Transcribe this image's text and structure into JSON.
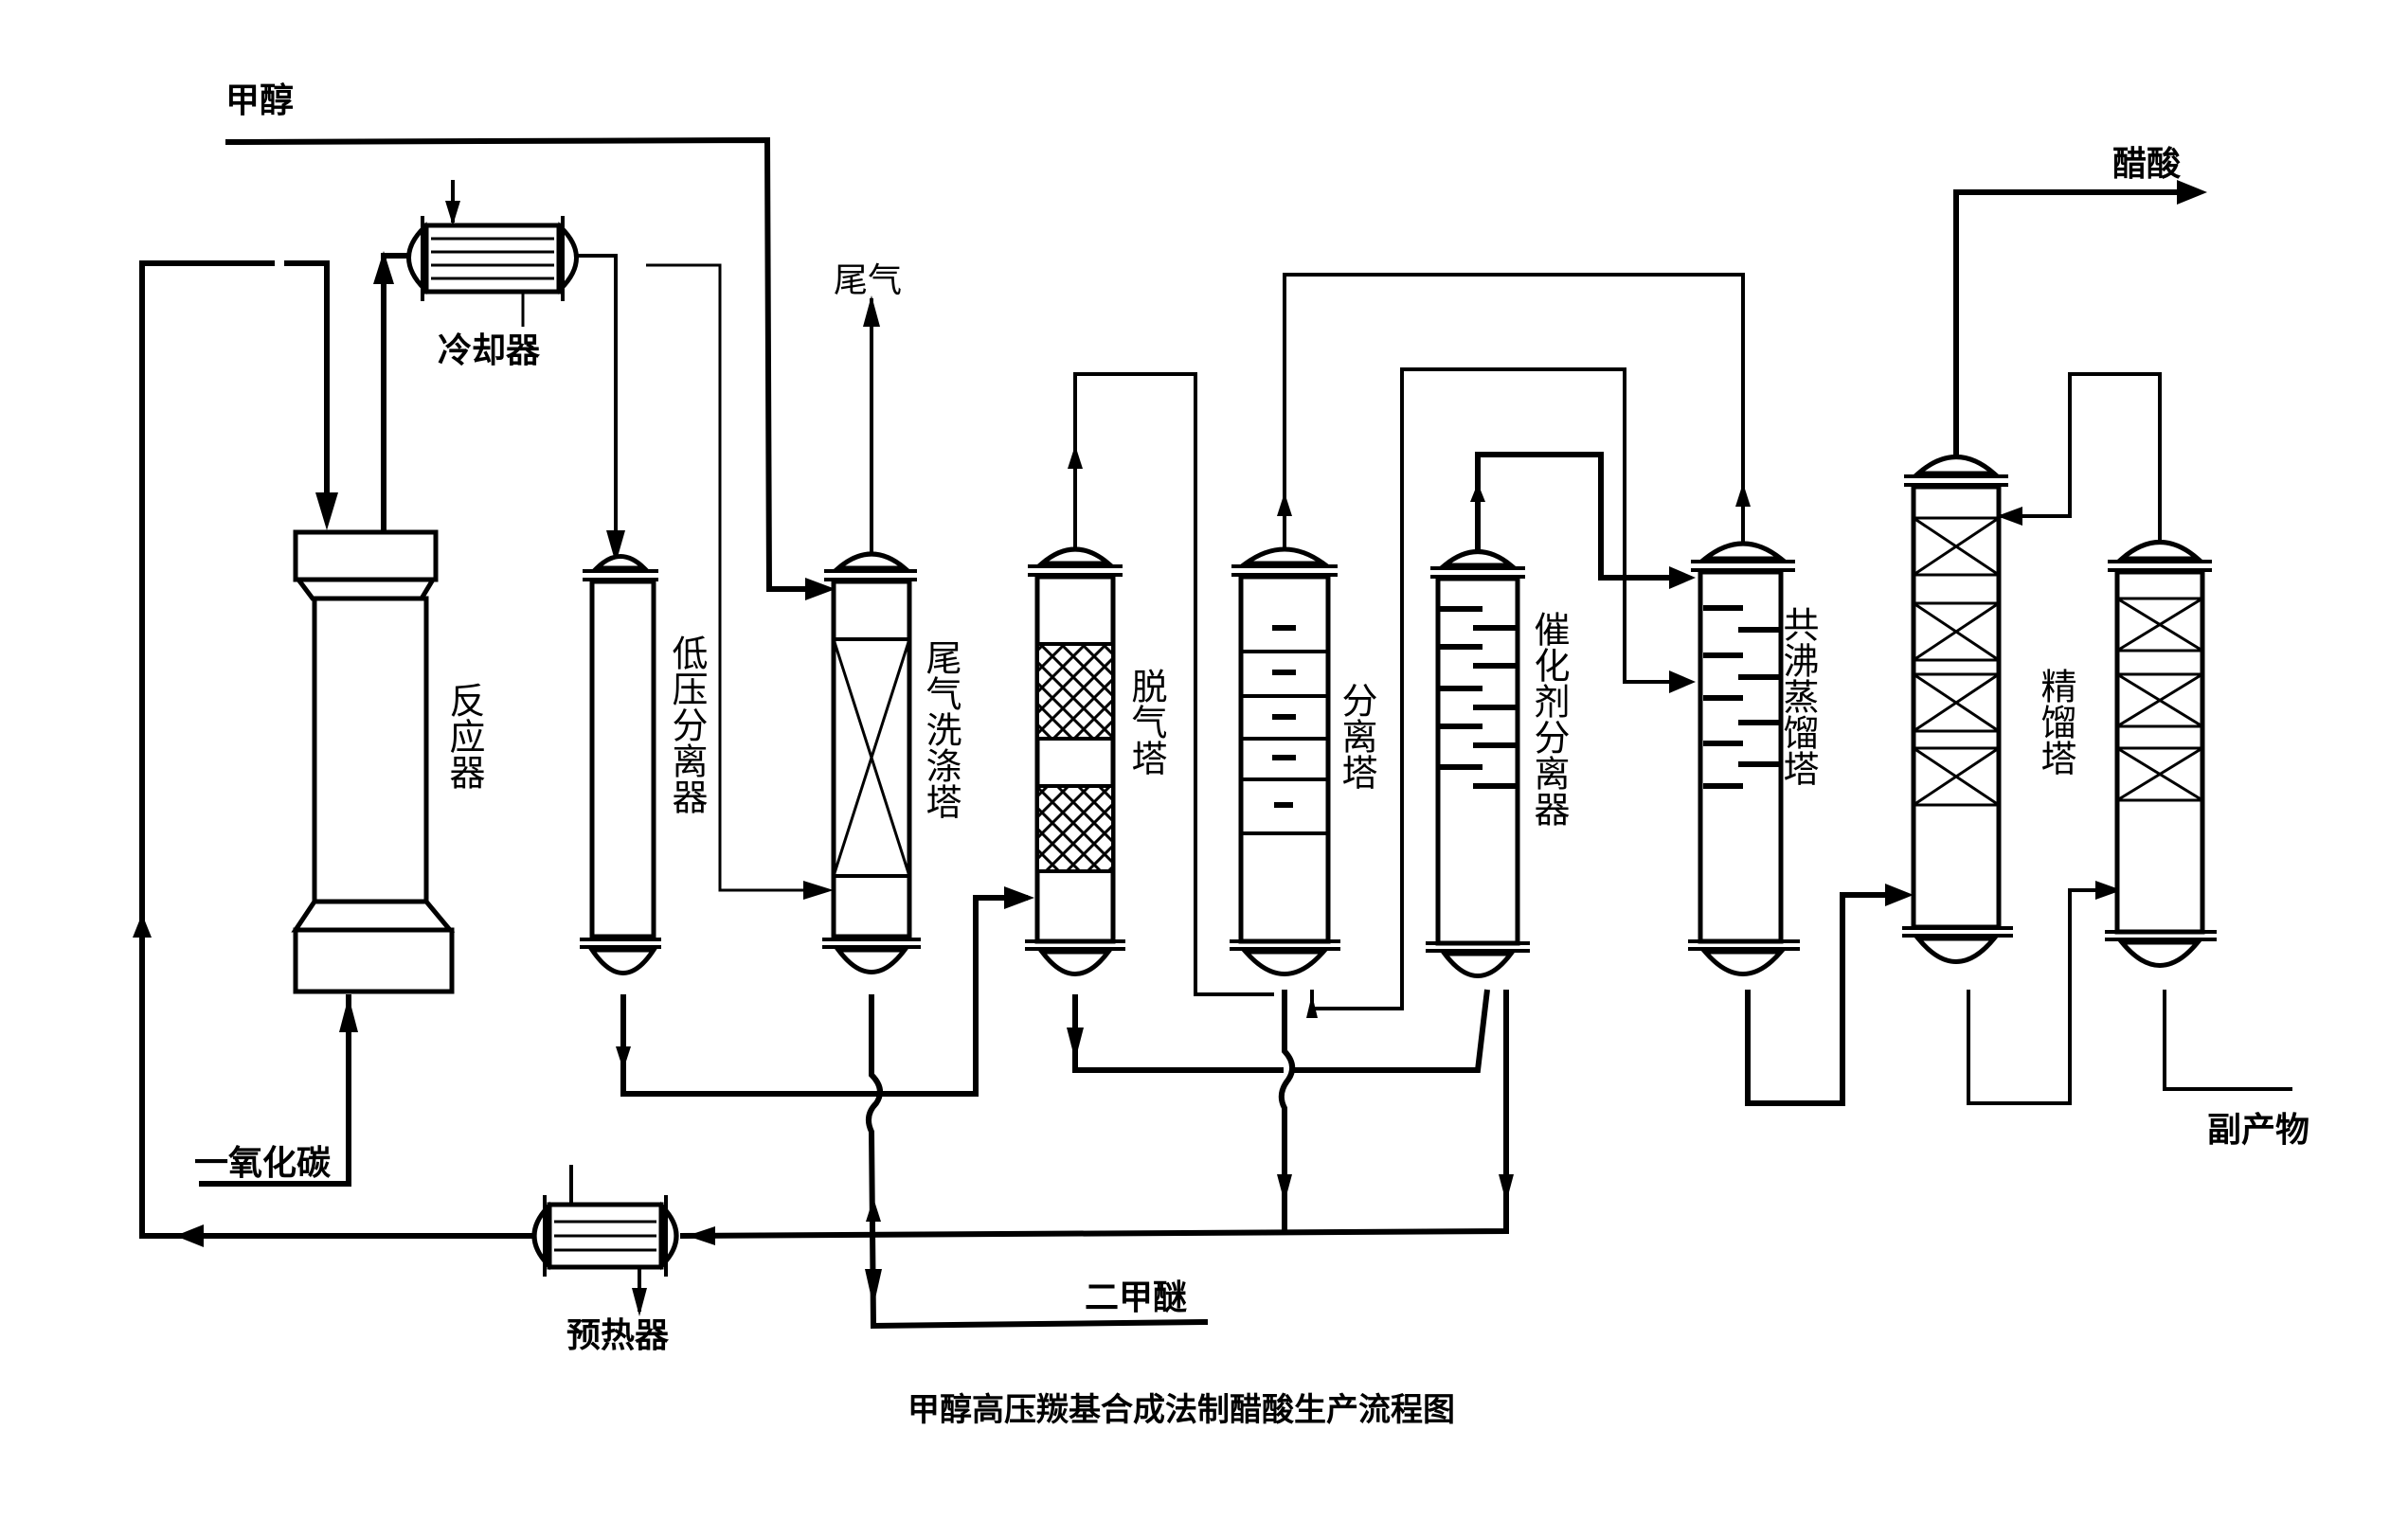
{
  "caption": "甲醇高压羰基合成法制醋酸生产流程图",
  "streams": {
    "methanol_feed": "甲醇",
    "carbon_monoxide_feed": "一氧化碳",
    "tail_gas_out": "尾气",
    "acetic_acid_out": "醋酸",
    "byproduct_out": "副产物",
    "dimethyl_ether_out": "二甲醚"
  },
  "equipment": {
    "cooler": "冷却器",
    "preheater": "预热器",
    "reactor": "反应器",
    "low_pressure_separator": "低压分离器",
    "tail_gas_scrubber": "尾气洗涤塔",
    "degassing_tower": "脱气塔",
    "separation_tower": "分离塔",
    "catalyst_separator": "催化剂分离器",
    "azeotropic_distillation_tower": "共沸蒸馏塔",
    "rectification_tower": "精馏塔"
  }
}
